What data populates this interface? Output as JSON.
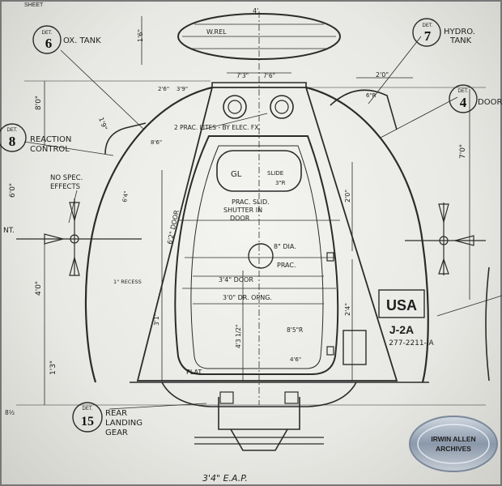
{
  "callouts": [
    {
      "label": "DET.",
      "number": "6"
    },
    {
      "label": "DET.",
      "number": "7"
    },
    {
      "label": "DET.",
      "number": "4"
    },
    {
      "label": "DET.",
      "number": "8"
    },
    {
      "label": "DET.",
      "number": "15"
    }
  ],
  "callout_titles": {
    "ox_tank": "OX. TANK",
    "hydro_tank_1": "HYDRO.",
    "hydro_tank_2": "TANK",
    "door": "DOOR",
    "reaction_1": "REACTION",
    "reaction_2": "CONTROL",
    "rear_1": "REAR",
    "rear_2": "LANDING",
    "rear_3": "GEAR",
    "no_spec_1": "NO SPEC.",
    "no_spec_2": "EFFECTS",
    "ant": "NT."
  },
  "notes": {
    "w_rel": "W.REL",
    "prac_lites": "2 PRAC. LITES - BY ELEC. FX.",
    "gl": "GL",
    "slide": "SLIDE",
    "prac_slid_1": "PRAC. SLID.",
    "prac_slid_2": "SHUTTER IN",
    "prac_slid_3": "DOOR",
    "dia_8": "8\" DIA.",
    "prac": "PRAC.",
    "door_34": "3'4\" DOOR",
    "dr_opng": "3'0\" DR. OPNG.",
    "door_62": "6'2\" DOOR",
    "plat": "PLAT.",
    "recess": "1\" RECESS",
    "bottom": "3'4\" E.A.P."
  },
  "dimensions": {
    "top": "4'",
    "d16": "1'6\"",
    "d8": "8'0\"",
    "d7a": "7'3\"",
    "d7b": "7'6\"",
    "d2a": "2'6\"",
    "d2b": "3'9\"",
    "d21": "2'0\"",
    "d70": "7'0\"",
    "d60": "6'0\"",
    "d40": "4'0\"",
    "d13": "1'3\"",
    "d19": "1'9\"",
    "d20": "2'0\"",
    "d24": "2'4\"",
    "d312": "4'3 1/2\"",
    "d31": "3'1\"",
    "d85": "8'5\"R",
    "d4": "4'6\"",
    "d6r": "6\"R",
    "d3r": "3\"R",
    "d8r": "6'4\"",
    "d26": "8'6\"",
    "dlow": "8½"
  },
  "marking": {
    "usa": "USA",
    "code": "J-2A",
    "serial": "277-2211-IA"
  },
  "watermark": {
    "line1": "IRWIN ALLEN",
    "line2": "ARCHIVES"
  },
  "edge_text": "SHEET"
}
